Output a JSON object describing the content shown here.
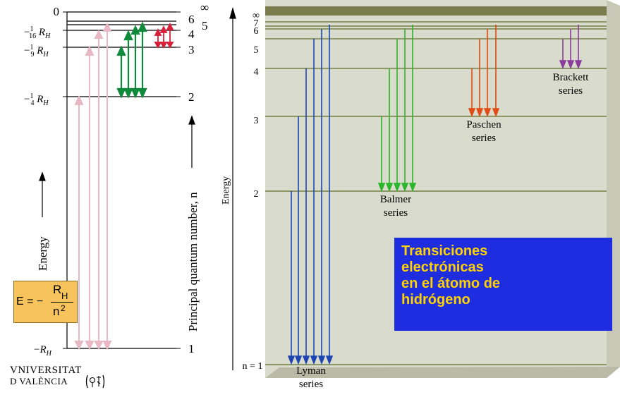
{
  "left_diagram": {
    "energy_labels": [
      "−¹⁄₁₆ R_H",
      "−¹⁄₉ R_H",
      "−¼ R_H",
      "−R_H"
    ],
    "top_zero": "0",
    "n_labels": [
      "∞",
      "6",
      "5",
      "4",
      "3",
      "2",
      "1"
    ],
    "axis_energy": "Energy",
    "axis_n": "Principal quantum number, n",
    "formula_lhs": "E = −",
    "formula_num": "R",
    "formula_num_sub": "H",
    "formula_den": "n",
    "formula_den_sup": "2"
  },
  "logo": {
    "line1": "VNIVERSITAT",
    "line2": "D VALÈNCIA"
  },
  "right_diagram": {
    "axis_energy": "Energy",
    "n_labels": [
      "∞",
      "7",
      "6",
      "5",
      "4",
      "3",
      "2",
      "n = 1"
    ],
    "series": [
      {
        "name": "Lyman",
        "label2": "series",
        "color": "#1c45b3"
      },
      {
        "name": "Balmer",
        "label2": "series",
        "color": "#2ab52a"
      },
      {
        "name": "Paschen",
        "label2": "series",
        "color": "#e04a14"
      },
      {
        "name": "Brackett",
        "label2": "series",
        "color": "#8a3c9c"
      }
    ]
  },
  "title_box": {
    "lines": [
      "Transiciones",
      "electrónicas",
      "en el átomo de",
      "hidrógeno"
    ],
    "bg": "#1f2de0",
    "fg": "#ffd200"
  }
}
